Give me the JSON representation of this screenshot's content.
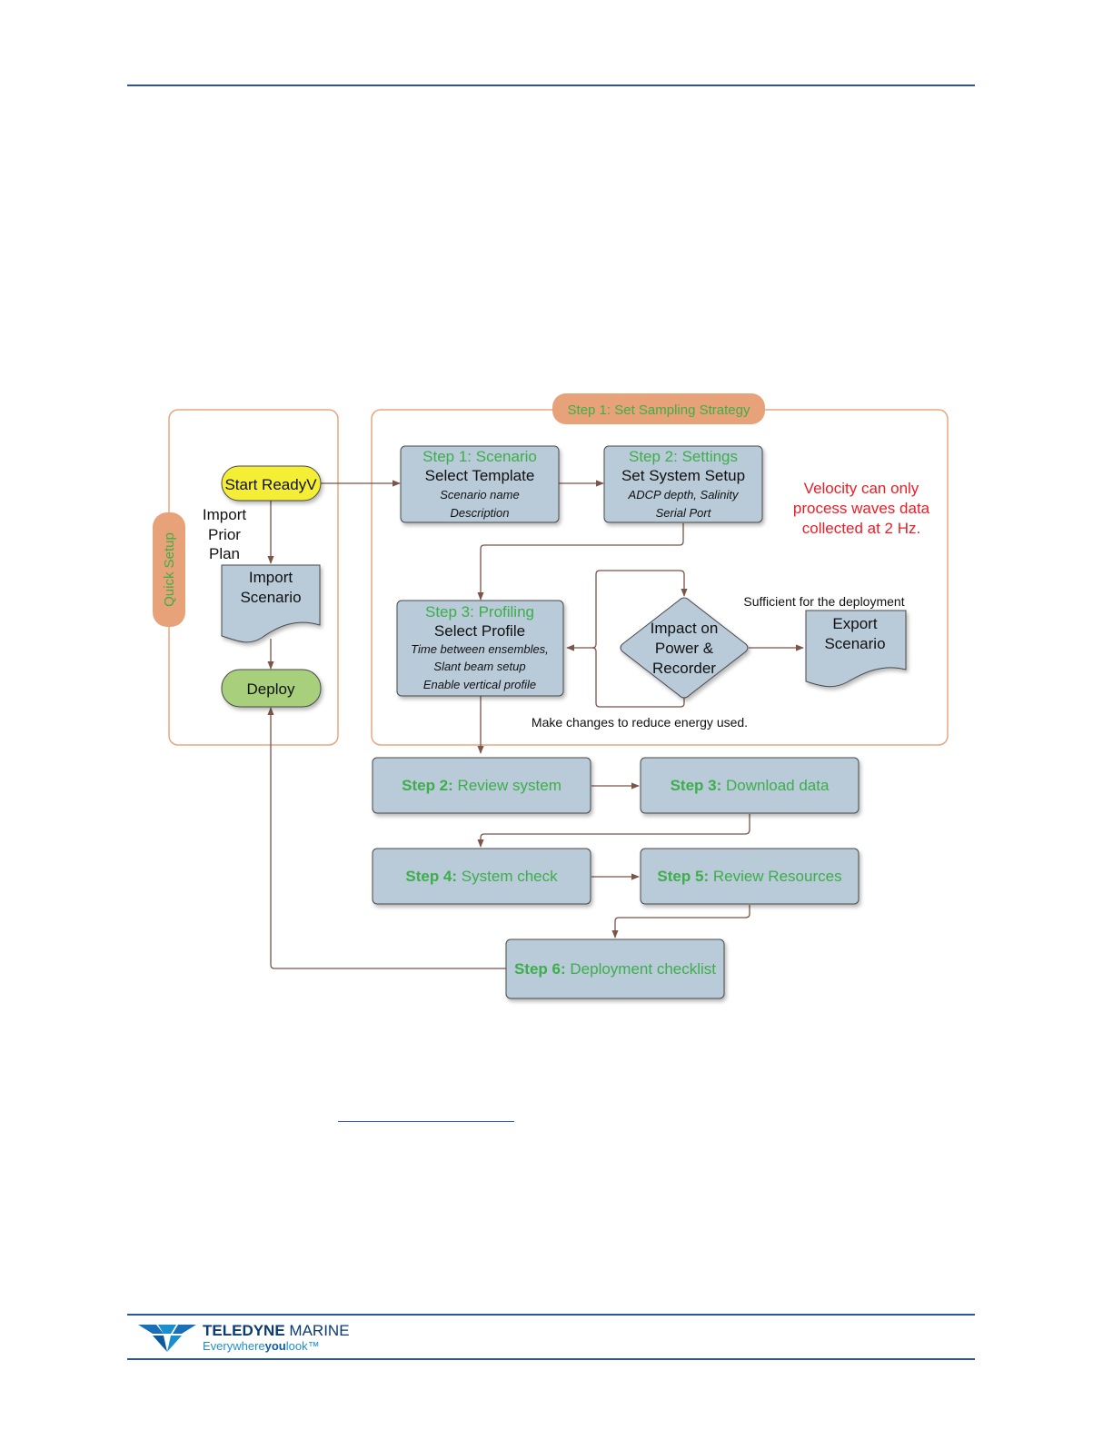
{
  "diagram": {
    "group_quick_setup": "Quick Setup",
    "group_sampling": "Step 1: Set Sampling Strategy",
    "start": "Start ReadyV",
    "import_prior": [
      "Import",
      "Prior",
      "Plan"
    ],
    "import_scenario": [
      "Import",
      "Scenario"
    ],
    "deploy": "Deploy",
    "scenario": {
      "step": "Step 1: Scenario",
      "title": "Select Template",
      "lines": [
        "Scenario name",
        "Description"
      ]
    },
    "settings": {
      "step": "Step 2: Settings",
      "title": "Set System Setup",
      "lines": [
        "ADCP depth, Salinity",
        "Serial Port"
      ]
    },
    "profiling": {
      "step": "Step 3: Profiling",
      "title": "Select Profile",
      "lines": [
        "Time between ensembles,",
        "Slant beam setup",
        "Enable vertical profile"
      ]
    },
    "impact": [
      "Impact on",
      "Power &",
      "Recorder"
    ],
    "export_scenario": [
      "Export",
      "Scenario"
    ],
    "sufficient_label": "Sufficient for the deployment",
    "changes_label": "Make changes to reduce energy used.",
    "note_lines": [
      "Velocity can only",
      "process waves data",
      "collected at 2 Hz."
    ],
    "review_system": {
      "step": "Step 2:",
      "text": "Review system"
    },
    "download_data": {
      "step": "Step 3:",
      "text": "Download data"
    },
    "system_check": {
      "step": "Step 4:",
      "text": "System check"
    },
    "review_resources": {
      "step": "Step 5:",
      "text": "Review Resources"
    },
    "deployment_checklist": {
      "step": "Step 6:",
      "text": "Deployment checklist"
    }
  },
  "footer": {
    "brand_bold": "TELEDYNE",
    "brand_light": " MARINE",
    "tagline_a": "Everywhere",
    "tagline_b": "you",
    "tagline_c": "look",
    "tagline_tm": "™"
  },
  "colors": {
    "box_fill": "#b9cad9",
    "box_stroke": "#4a4a4a",
    "group_stroke": "#e8a57f",
    "tag_fill": "#e7a27a",
    "start_fill": "#f4ee36",
    "deploy_fill": "#a8cf7c",
    "step_green": "#3dae49",
    "note_red": "#ee1c24",
    "connector": "#7a5548",
    "rule_blue": "#2a54a8"
  }
}
